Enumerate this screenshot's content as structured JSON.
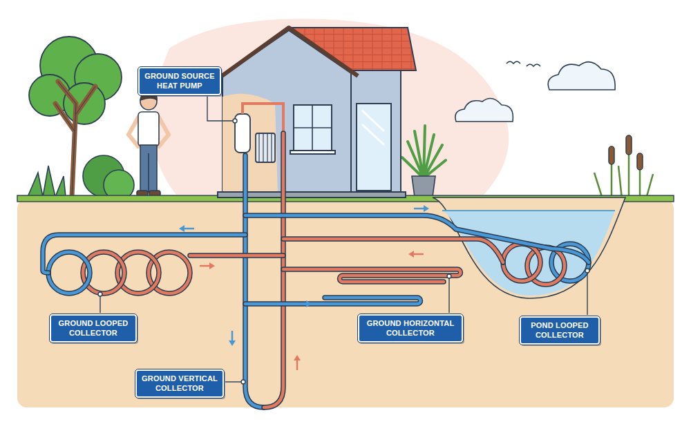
{
  "diagram": {
    "nodes": [
      {
        "text": [
          "GROUND SOURCE HEAT PUMP"
        ]
      },
      {
        "text": [
          "GROUND LOOPED COLLECTOR"
        ]
      },
      {
        "text": [
          "GROUND HORIZONTAL COLLECTOR"
        ]
      },
      {
        "text": [
          "POND LOOPED COLLECTOR"
        ]
      },
      {
        "text": [
          "GROUND VERTICAL COLLECTOR"
        ]
      }
    ]
  }
}
